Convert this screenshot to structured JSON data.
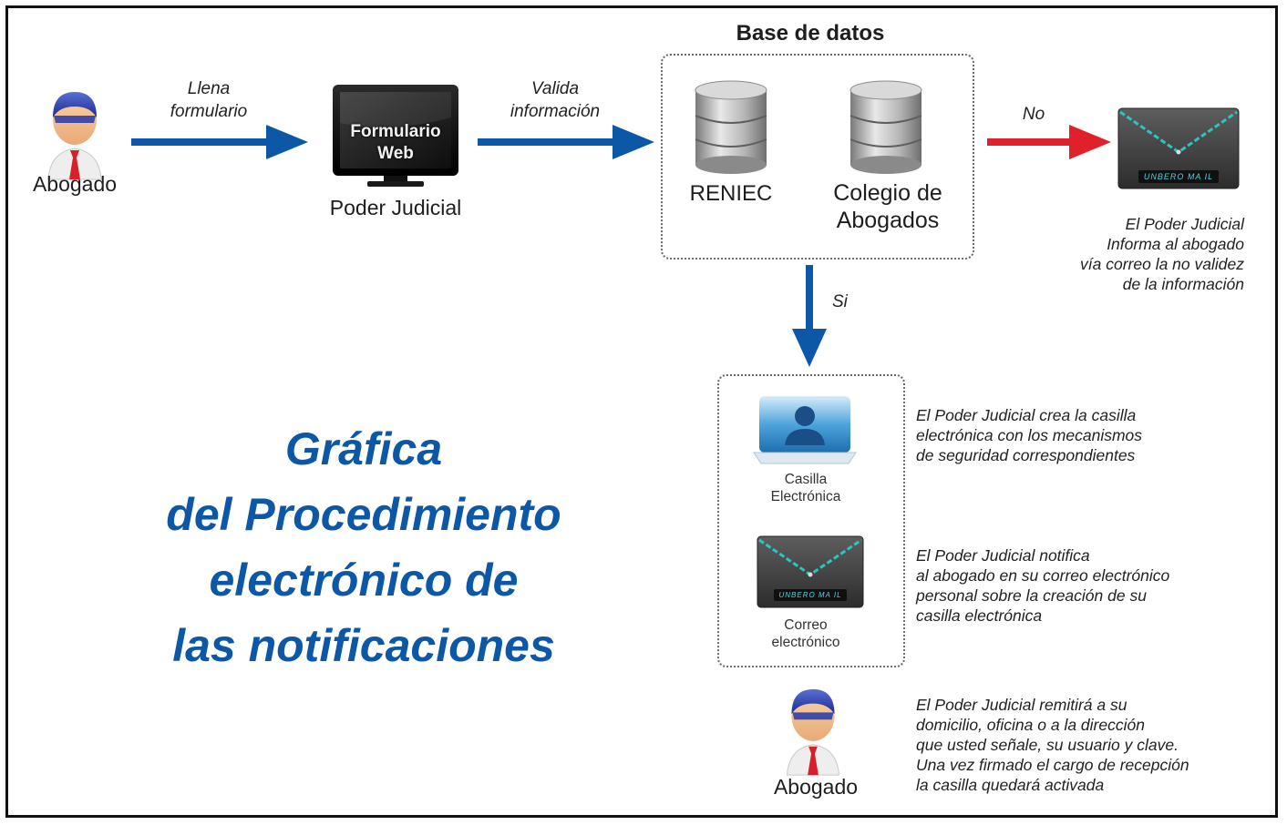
{
  "nodes": {
    "abogado_top": "Abogado",
    "formulario_line1": "Formulario",
    "formulario_line2": "Web",
    "poder_judicial": "Poder Judicial",
    "base_de_datos": "Base de datos",
    "reniec": "RENIEC",
    "colegio_line1": "Colegio de",
    "colegio_line2": "Abogados",
    "mail_screen_text": "UNBERO MA IL",
    "casilla_line1": "Casilla",
    "casilla_line2": "Electrónica",
    "correo_line1": "Correo",
    "correo_line2": "electrónico",
    "abogado_bottom": "Abogado"
  },
  "edges": {
    "llena_line1": "Llena",
    "llena_line2": "formulario",
    "valida_line1": "Valida",
    "valida_line2": "información",
    "no": "No",
    "si": "Si"
  },
  "descriptions": {
    "no_validez": "El Poder Judicial\nInforma al abogado\nvía correo la no validez\nde la información",
    "crea_casilla": "El Poder Judicial crea la casilla\nelectrónica con los mecanismos\nde seguridad correspondientes",
    "notifica": "El Poder Judicial notifica\nal abogado en su correo electrónico\npersonal sobre la creación de su\ncasilla electrónica",
    "remitira": "El Poder Judicial remitirá a su\ndomicilio, oficina o a la dirección\nque usted señale, su usuario y clave.\nUna vez firmado el cargo de recepción\nla casilla quedará activada"
  },
  "title": {
    "line1": "Gráfica",
    "line2": "del Procedimiento",
    "line3": "electrónico de",
    "line4": "las notificaciones"
  },
  "colors": {
    "arrow_blue": "#0c58a6",
    "arrow_red": "#e0202a",
    "title_blue": "#0c58a6"
  }
}
